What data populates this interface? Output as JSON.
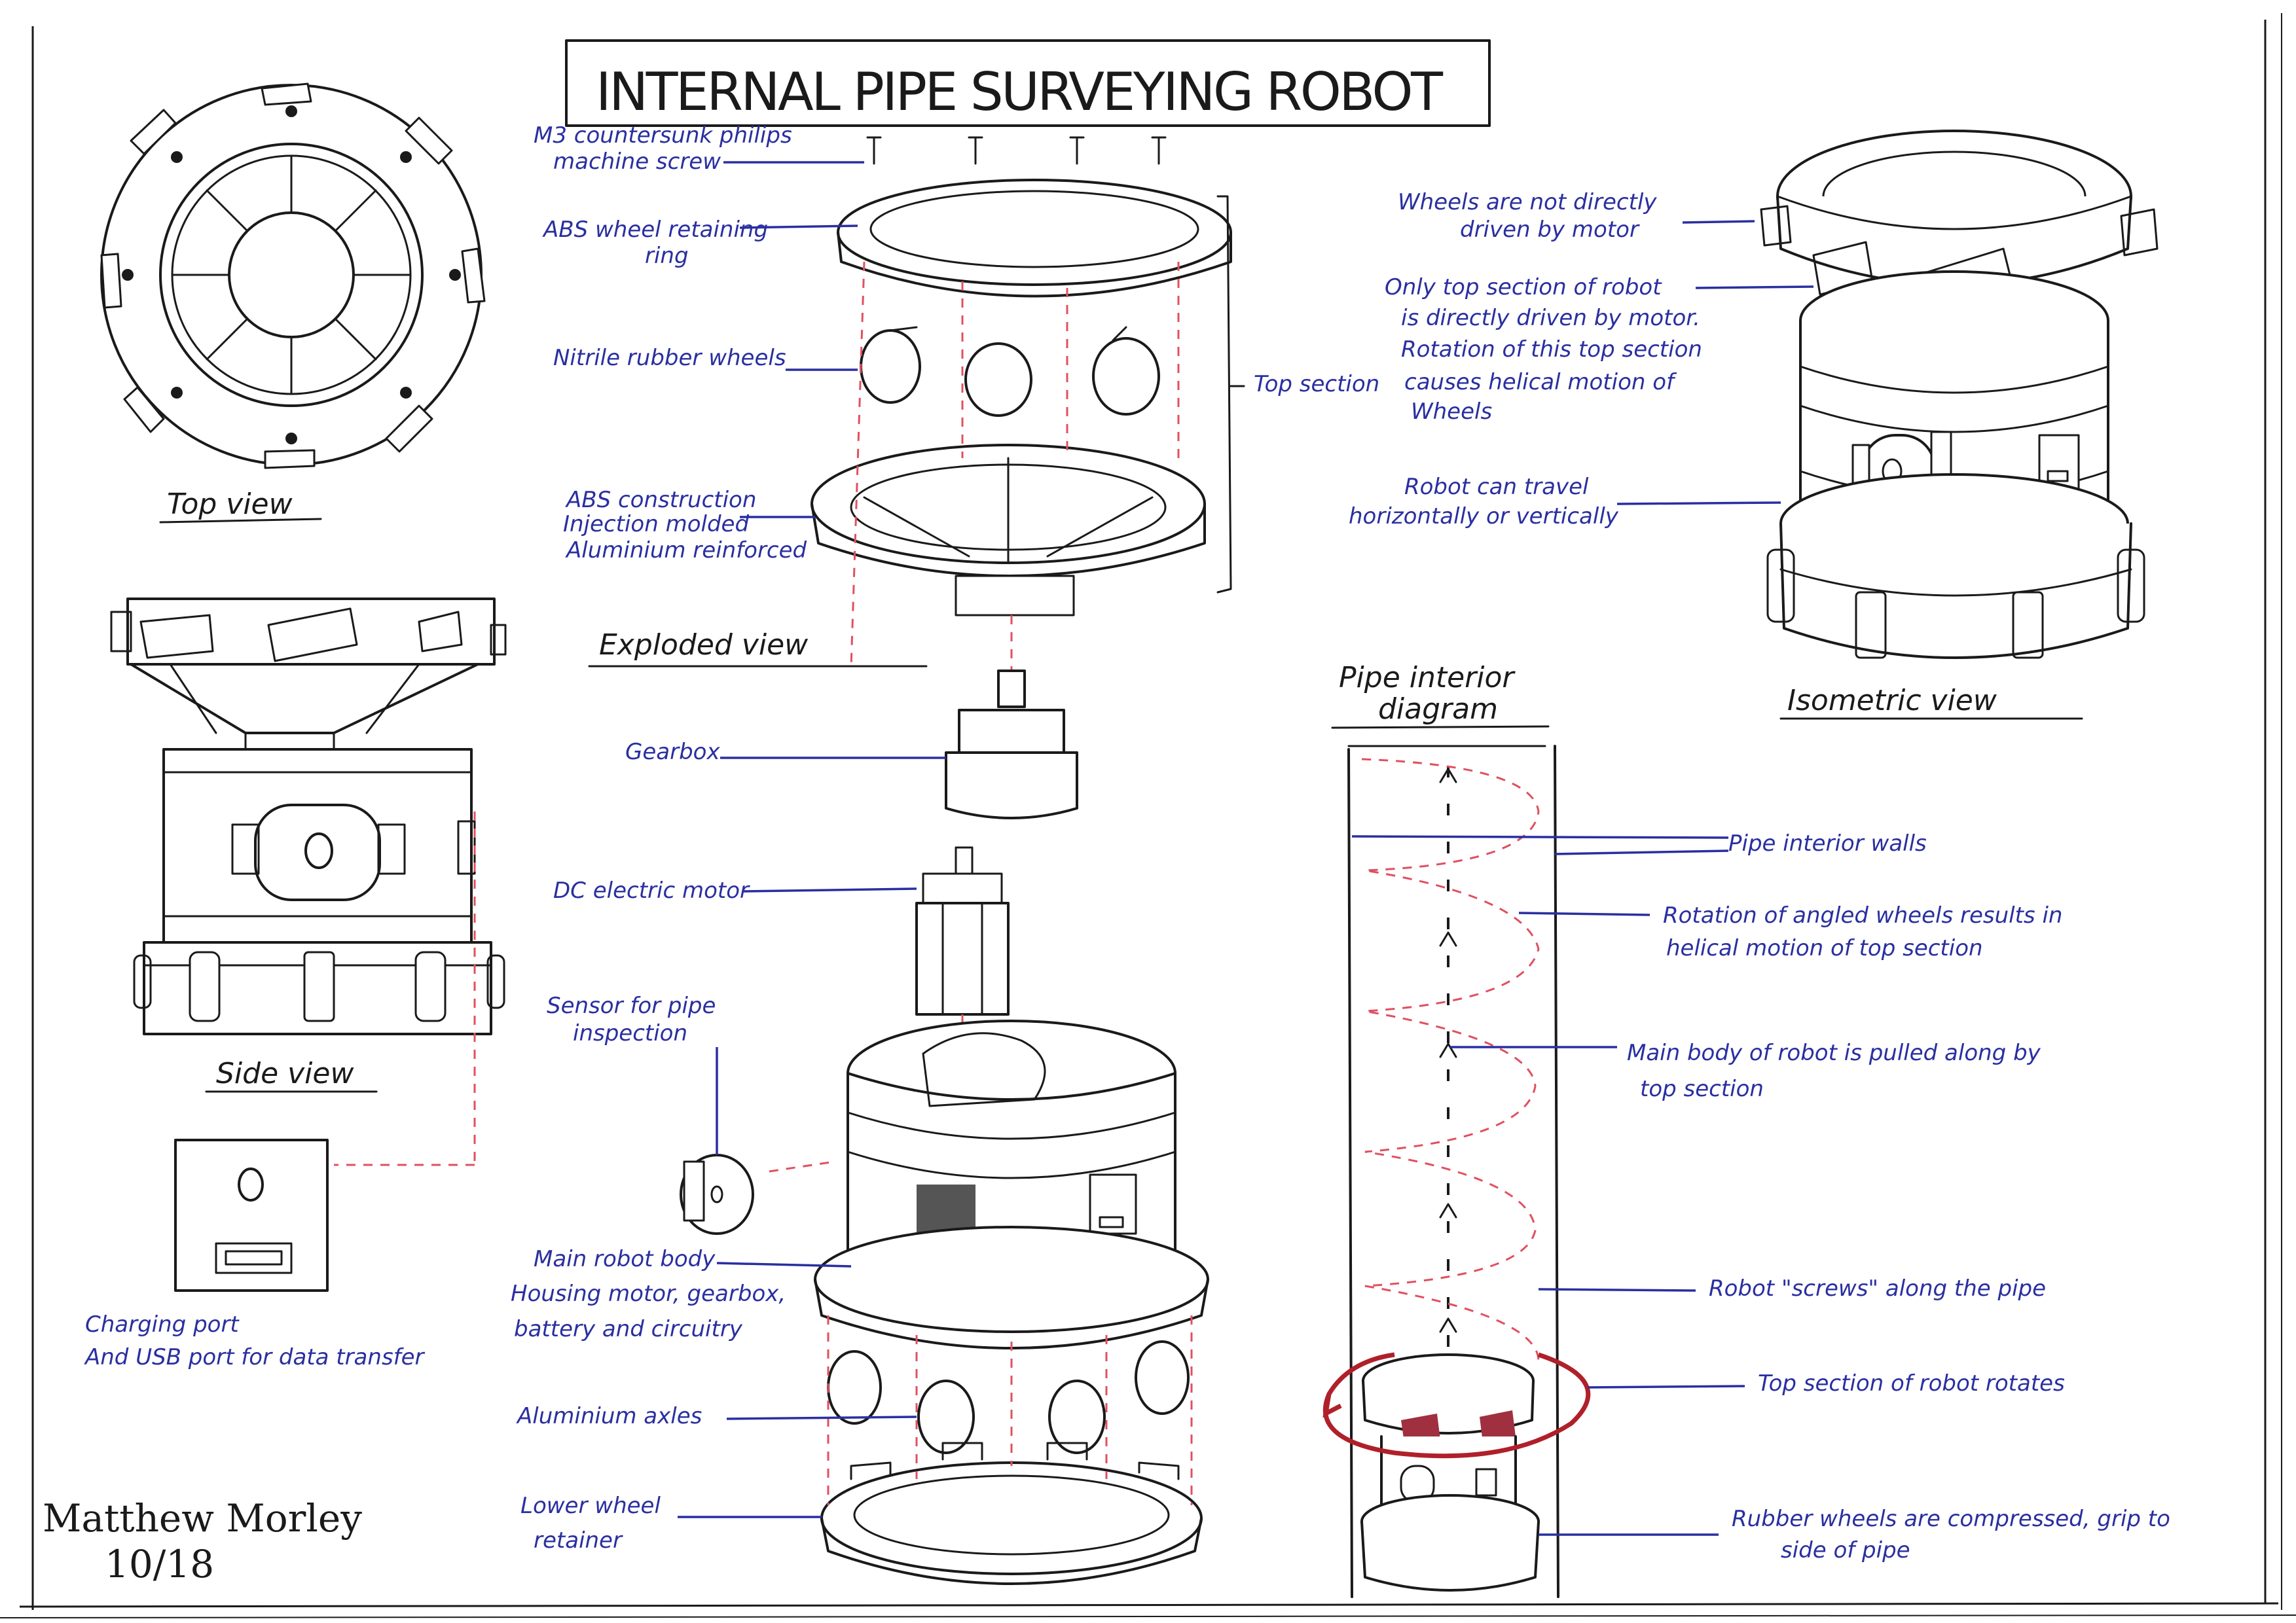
{
  "title": "INTERNAL PIPE SURVEYING ROBOT",
  "views": {
    "top_view": "Top view",
    "side_view": "Side view",
    "exploded_view": "Exploded view",
    "isometric_view": "Isometric view",
    "pipe_interior": [
      "Pipe interior",
      "diagram"
    ]
  },
  "exploded_labels": {
    "screw": [
      "M3 countersunk philips",
      "machine screw"
    ],
    "ring": [
      "ABS wheel retaining",
      "ring"
    ],
    "wheels": "Nitrile rubber wheels",
    "construction": [
      "ABS construction",
      "Injection molded",
      "Aluminium reinforced"
    ],
    "top_section": "Top section",
    "gearbox": "Gearbox",
    "motor": "DC electric motor",
    "sensor": [
      "Sensor for pipe",
      "inspection"
    ],
    "body": [
      "Main robot body",
      "Housing motor, gearbox,",
      "battery and circuitry"
    ],
    "axles": "Aluminium axles",
    "retainer": [
      "Lower wheel",
      "retainer"
    ]
  },
  "charging_label": [
    "Charging port",
    "And USB port for data transfer"
  ],
  "iso_labels": {
    "not_driven": [
      "Wheels are not directly",
      "driven by motor"
    ],
    "top_driven": [
      "Only top section of robot",
      "is directly driven by motor.",
      "Rotation of this top section",
      "causes helical motion of",
      "Wheels"
    ],
    "travel": [
      "Robot can travel",
      "horizontally or vertically"
    ]
  },
  "pipe_labels": {
    "walls": "Pipe interior walls",
    "rotation": [
      "Rotation of angled wheels results in",
      "helical motion of top section"
    ],
    "pulled": [
      "Main body of robot is pulled along by",
      "top section"
    ],
    "screws": "Robot \"screws\" along the pipe",
    "rotates": "Top section of robot rotates",
    "compressed": [
      "Rubber wheels are compressed, grip to",
      "side of pipe"
    ]
  },
  "signature": {
    "name": "Matthew Morley",
    "date": "10/18"
  }
}
